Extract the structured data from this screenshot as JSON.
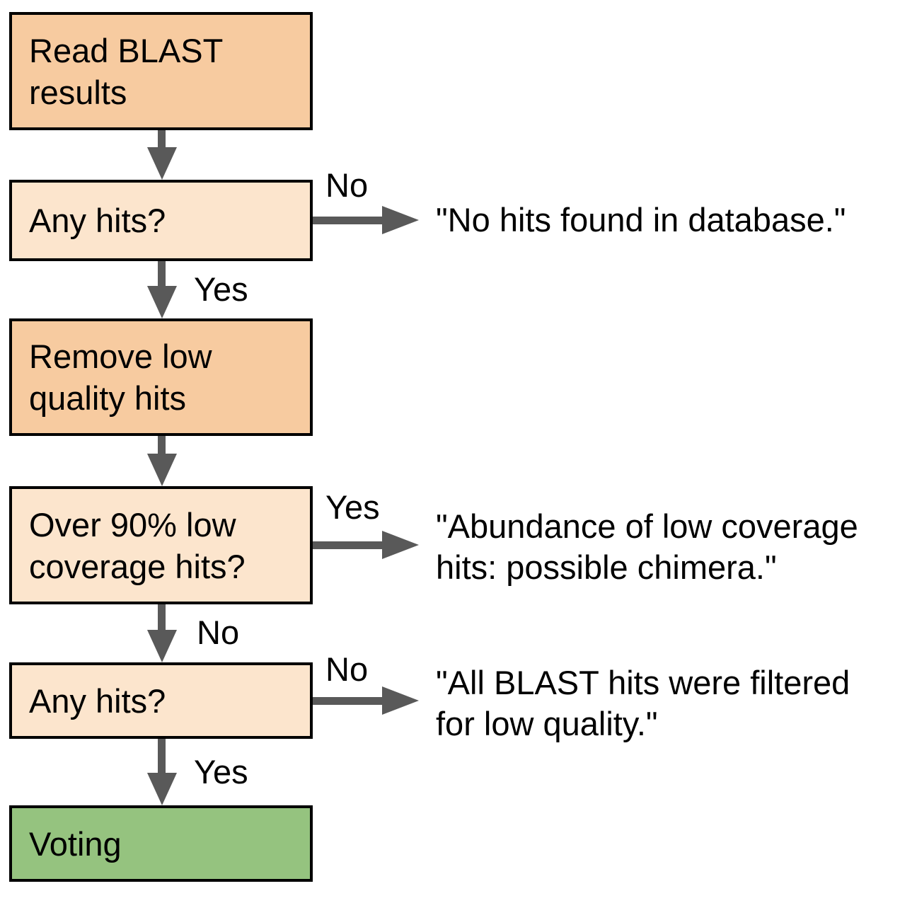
{
  "colors": {
    "process_fill": "#f7cba0",
    "decision_fill": "#fce5cd",
    "terminal_fill": "#95c37f",
    "arrow": "#595959",
    "border": "#000000"
  },
  "nodes": {
    "read": "Read BLAST\nresults",
    "hits1": "Any hits?",
    "remove": "Remove low\nquality hits",
    "coverage": "Over 90% low\ncoverage hits?",
    "hits2": "Any hits?",
    "voting": "Voting"
  },
  "edges": {
    "hits1_no": "No",
    "hits1_yes": "Yes",
    "coverage_yes": "Yes",
    "coverage_no": "No",
    "hits2_no": "No",
    "hits2_yes": "Yes"
  },
  "outcomes": {
    "no_hits": "\"No hits found in database.\"",
    "chimera": "\"Abundance of low coverage\nhits: possible chimera.\"",
    "filtered": "\"All BLAST hits were filtered\nfor low quality.\""
  }
}
